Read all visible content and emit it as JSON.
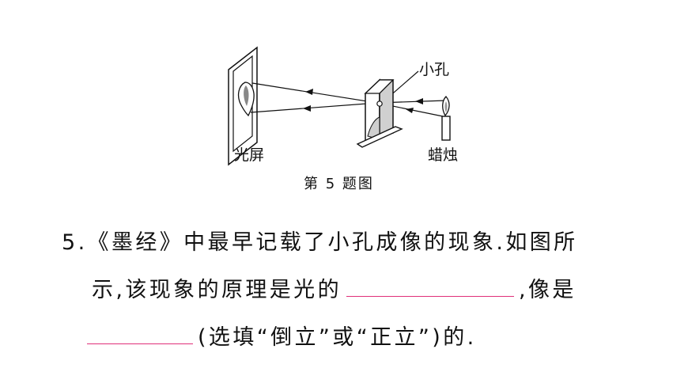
{
  "figure": {
    "labels": {
      "pinhole": "小孔",
      "screen": "光屏",
      "candle": "蜡烛"
    },
    "caption": "第 5 题图"
  },
  "question": {
    "line1": "5.《墨经》中最早记载了小孔成像的现象.如图所",
    "line2_a": "示,该现象的原理是光的",
    "line2_b": ",像是",
    "line3": "(选填“倒立”或“正立”)的.",
    "blank_color": "#e0307a"
  }
}
